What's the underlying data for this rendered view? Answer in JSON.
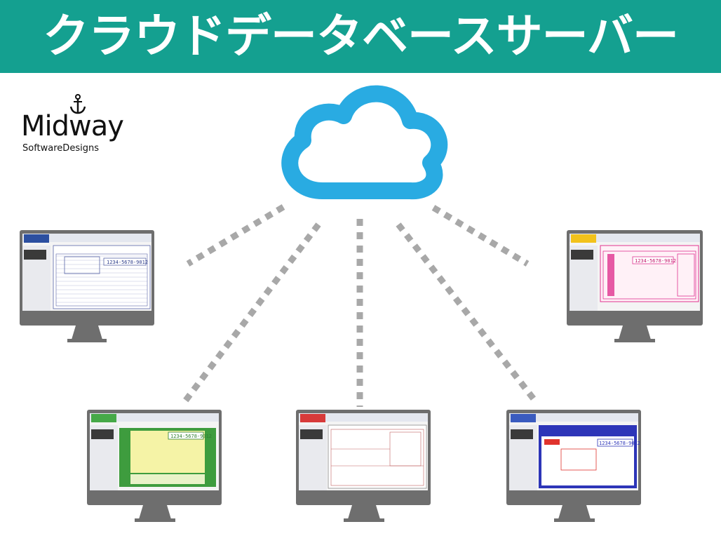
{
  "banner": {
    "title": "クラウドデータベースサーバー",
    "color": "#14a090"
  },
  "logo": {
    "name": "Midway",
    "tagline": "SoftwareDesigns"
  },
  "cloud_color": "#29abe2",
  "monitor_color": "#6e6e6e",
  "connector_color": "#a8a8a8",
  "monitors": [
    {
      "id": "top-left",
      "screen_theme": "blue-form",
      "sample_number": "1234-5678-9012"
    },
    {
      "id": "top-right",
      "screen_theme": "pink-form",
      "sample_number": "1234-5678-9012"
    },
    {
      "id": "bottom-left",
      "screen_theme": "green-form",
      "sample_number": "1234-5678-9012"
    },
    {
      "id": "bottom-center",
      "screen_theme": "white-form",
      "sample_number": ""
    },
    {
      "id": "bottom-right",
      "screen_theme": "blue-notice-form",
      "sample_number": "1234-5678-9012"
    }
  ]
}
